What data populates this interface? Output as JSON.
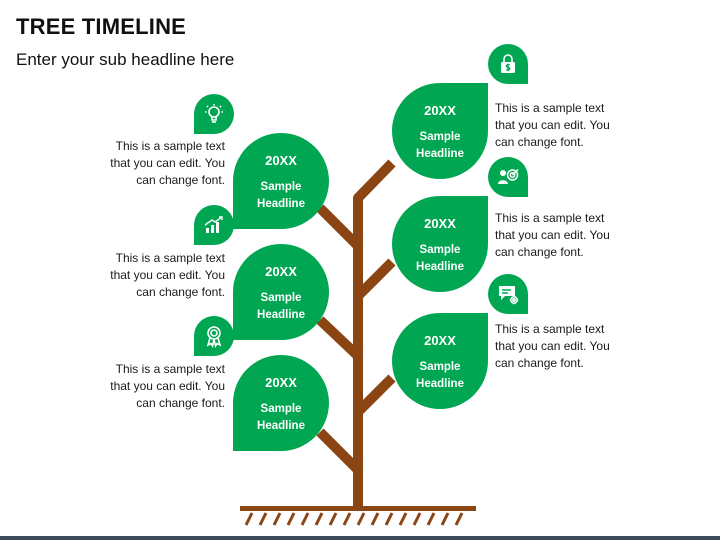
{
  "title": "TREE TIMELINE",
  "subtitle": "Enter your sub headline here",
  "colors": {
    "leaf": "#00a651",
    "trunk": "#8b4513",
    "text": "#1a1a1a"
  },
  "nodes": [
    {
      "year": "20XX",
      "headline": "Sample Headline",
      "text": "This is a sample text that you can edit. You can change font.",
      "icon": "lightbulb-icon"
    },
    {
      "year": "20XX",
      "headline": "Sample Headline",
      "text": "This is a sample text that you can edit. You can change font.",
      "icon": "growth-chart-icon"
    },
    {
      "year": "20XX",
      "headline": "Sample Headline",
      "text": "This is a sample text that you can edit. You can change font.",
      "icon": "award-ribbon-icon"
    },
    {
      "year": "20XX",
      "headline": "Sample Headline",
      "text": "This is a sample text that you can edit. You can change font.",
      "icon": "dollar-lock-icon"
    },
    {
      "year": "20XX",
      "headline": "Sample Headline",
      "text": "This is a sample text that you can edit. You can change font.",
      "icon": "person-target-icon"
    },
    {
      "year": "20XX",
      "headline": "Sample Headline",
      "text": "This is a sample text that you can edit. You can change font.",
      "icon": "chat-gear-icon"
    }
  ]
}
